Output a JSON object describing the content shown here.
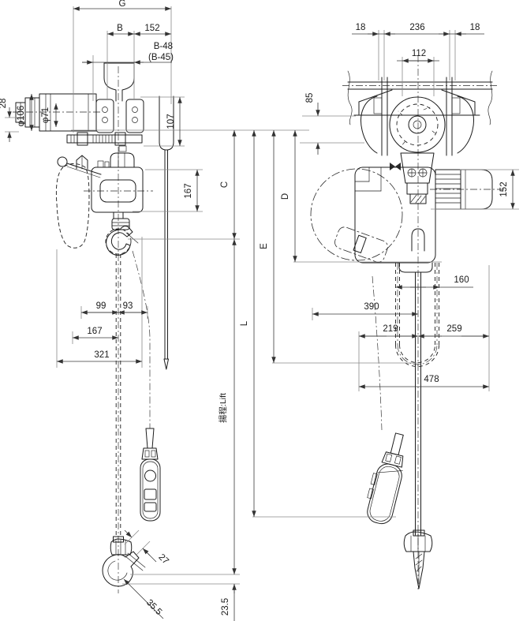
{
  "side_view": {
    "dims": {
      "G": "G",
      "B": "B",
      "w152": "152",
      "b48": "B-48",
      "b45": "(B-45)",
      "h28": "28",
      "phi106": "φ106",
      "phi71": "φ71",
      "h107": "107",
      "h167": "167",
      "w99": "99",
      "w93": "93",
      "w167": "167",
      "w321": "321",
      "C": "C",
      "D": "D",
      "E": "E",
      "L": "L",
      "lift": "揚程:Lift",
      "h23_5": "23.5",
      "hook27": "27",
      "hook35_5": "35.5"
    }
  },
  "front_view": {
    "dims": {
      "f18l": "18",
      "f236": "236",
      "f18r": "18",
      "f112": "112",
      "f85": "85",
      "f152": "152",
      "f160": "160",
      "f390": "390",
      "f219": "219",
      "f259": "259",
      "f478": "478"
    }
  }
}
